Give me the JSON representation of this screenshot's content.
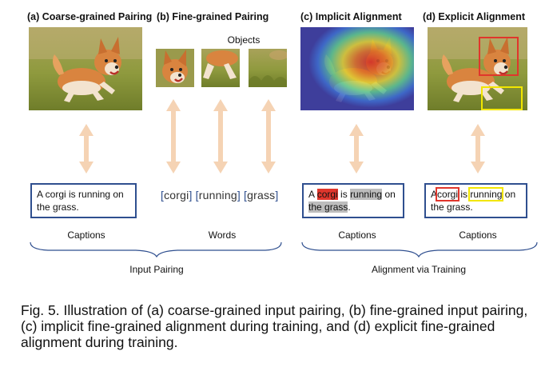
{
  "panels": {
    "a": {
      "title": "(a) Coarse-grained Pairing"
    },
    "b": {
      "title": "(b) Fine-grained Pairing",
      "objects_label": "Objects"
    },
    "c": {
      "title": "(c) Implicit Alignment"
    },
    "d": {
      "title": "(d) Explicit Alignment"
    }
  },
  "text_boxes": {
    "a": {
      "line1": "A corgi is running on",
      "line2": "the grass."
    },
    "c": {
      "w_a": "A",
      "w_corgi": "corgi",
      "w_is": "is",
      "w_running": "running",
      "w_on": "on",
      "w_the": "the",
      "w_grass": "grass",
      "w_period": "."
    },
    "d": {
      "w_a": "A",
      "w_corgi": "corgi",
      "w_is": "is",
      "w_running": "running",
      "w_on": "on",
      "line2": "the grass."
    }
  },
  "words": {
    "w1": "corgi",
    "w2": "running",
    "w3": "grass"
  },
  "labels": {
    "captions_a": "Captions",
    "words_b": "Words",
    "captions_c": "Captions",
    "captions_d": "Captions",
    "group_left": "Input Pairing",
    "group_right": "Alignment via Training"
  },
  "figure_caption": "Fig. 5. Illustration of (a) coarse-grained input pairing, (b) fine-grained input pairing, (c) implicit fine-grained alignment during training, and (d) explicit fine-grained alignment during training.",
  "colors": {
    "box_border": "#2f4f8f",
    "arrow": "#f5d3b4",
    "highlight_red": "#e0362c",
    "highlight_gray": "#bdbdbd",
    "bbox_red": "#e0362c",
    "bbox_yellow": "#f2e600"
  }
}
